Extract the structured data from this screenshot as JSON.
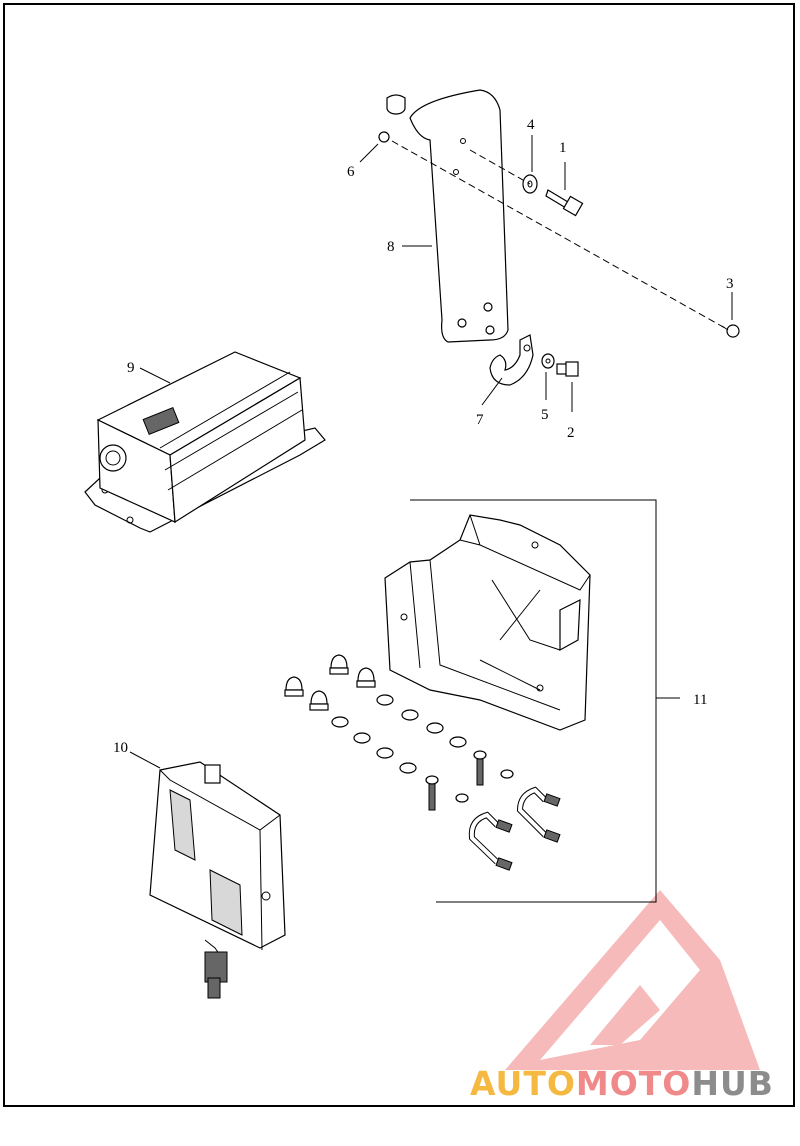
{
  "callouts": {
    "c1": "1",
    "c2": "2",
    "c3": "3",
    "c4": "4",
    "c5": "5",
    "c6": "6",
    "c7": "7",
    "c8": "8",
    "c9": "9",
    "c10": "10",
    "c11": "11"
  },
  "watermark": {
    "part1": "AUTO",
    "part2": "MOTO",
    "part3": "HUB",
    "colors": {
      "auto": "#f5b942",
      "moto": "#f08a8a",
      "hub": "#8c8c8c",
      "triangle": "#f4a3a3"
    }
  }
}
